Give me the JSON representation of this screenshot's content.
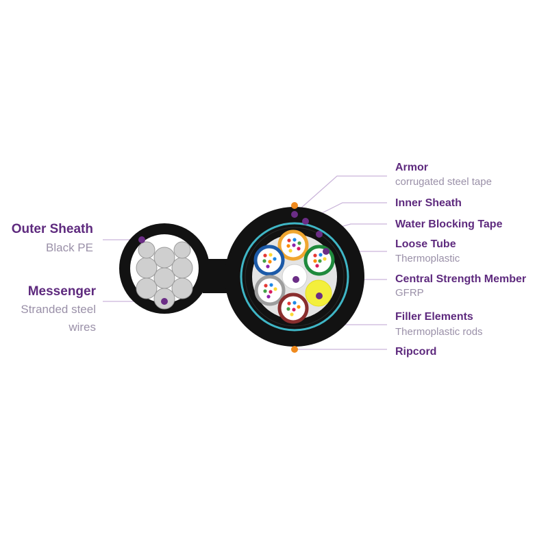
{
  "colors": {
    "purple": "#6b2d86",
    "orange": "#ef8a1e",
    "sheath": "#121212",
    "water_blocking_tape": "#3fb6c6",
    "leader_line": "#c9b3d9"
  },
  "left_labels": [
    {
      "title": "Outer Sheath",
      "sub": [
        "Black PE"
      ]
    },
    {
      "title": "Messenger",
      "sub": [
        "Stranded steel",
        "wires"
      ]
    }
  ],
  "right_labels": [
    {
      "title": "Armor",
      "sub": "corrugated steel tape"
    },
    {
      "title": "Inner Sheath",
      "sub": ""
    },
    {
      "title": "Water Blocking Tape",
      "sub": ""
    },
    {
      "title": "Loose Tube",
      "sub": "Thermoplastic"
    },
    {
      "title": "Central Strength Member",
      "sub": "GFRP"
    },
    {
      "title": "Filler Elements",
      "sub": "Thermoplastic rods"
    },
    {
      "title": "Ripcord",
      "sub": ""
    }
  ],
  "loose_tubes": [
    {
      "name": "orange",
      "color": "#f0a630"
    },
    {
      "name": "green",
      "color": "#1f8a3c"
    },
    {
      "name": "blue",
      "color": "#1c5aa8"
    },
    {
      "name": "grey",
      "color": "#9e9e9e"
    },
    {
      "name": "brown",
      "color": "#8a2e2e"
    }
  ],
  "filler": {
    "name": "yellow",
    "color": "#f3ef3c"
  }
}
